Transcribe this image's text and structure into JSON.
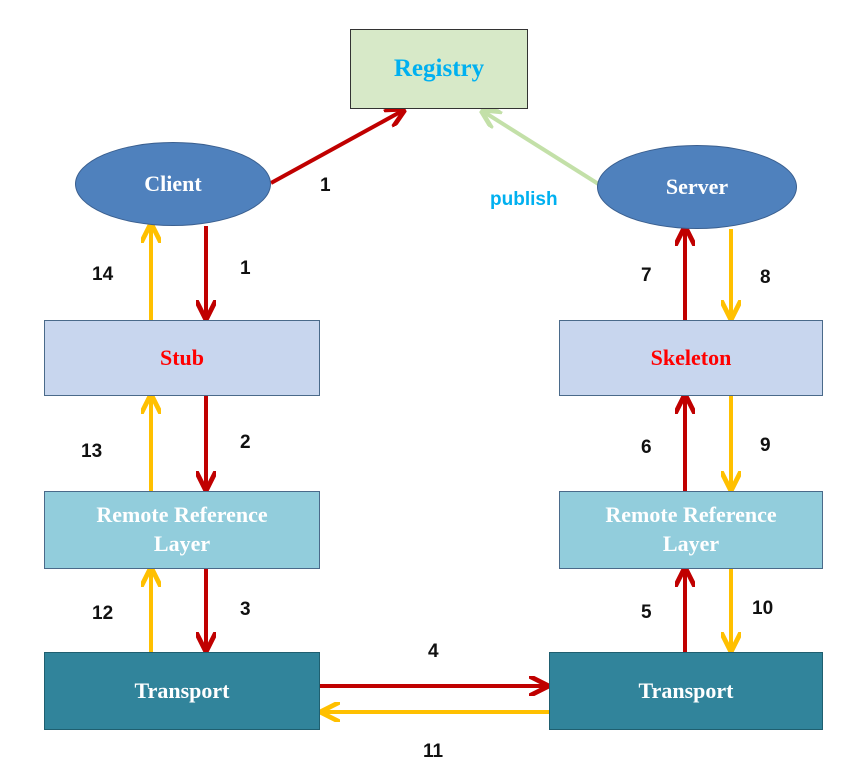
{
  "nodes": {
    "registry": "Registry",
    "client": "Client",
    "server": "Server",
    "stub": "Stub",
    "skeleton": "Skeleton",
    "rrl_left_line1": "Remote Reference",
    "rrl_left_line2": "Layer",
    "rrl_right_line1": "Remote Reference",
    "rrl_right_line2": "Layer",
    "transport_left": "Transport",
    "transport_right": "Transport"
  },
  "edge_labels": {
    "publish": "publish",
    "step_1_registry": "1",
    "step_1_stub": "1",
    "step_2": "2",
    "step_3": "3",
    "step_4": "4",
    "step_5": "5",
    "step_6": "6",
    "step_7": "7",
    "step_8": "8",
    "step_9": "9",
    "step_10": "10",
    "step_11": "11",
    "step_12": "12",
    "step_13": "13",
    "step_14": "14"
  },
  "colors": {
    "request_arrow": "#c00000",
    "response_arrow": "#ffc000",
    "publish_arrow": "#c3e0a8",
    "registry_text": "#00b0f0",
    "publish_text": "#00b0f0",
    "stub_text": "#ff0000",
    "skeleton_text": "#ff0000"
  }
}
